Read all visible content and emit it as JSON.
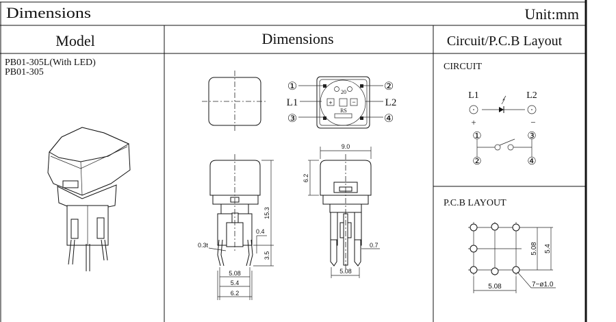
{
  "header": {
    "title": "Dimensions",
    "unit": "Unit:mm"
  },
  "columns": {
    "model": "Model",
    "dimensions": "Dimensions",
    "circuit": "Circuit/P.C.B Layout"
  },
  "models": [
    "PB01-305L(With LED)",
    "PB01-305"
  ],
  "top_view": {
    "pins": [
      "①",
      "②",
      "③",
      "④"
    ],
    "led_left": "L1",
    "led_right": "L2",
    "marks": {
      "code": "20",
      "plus": "+",
      "minus": "−",
      "rs": "RS"
    }
  },
  "front_view": {
    "height": "15.3",
    "pin_len": "3.5",
    "pin_offset": "0.4",
    "pin_thick": "0.3t",
    "pitch": "5.08",
    "inner": "5.4",
    "outer": "6.2"
  },
  "side_view": {
    "width": "9.0",
    "cap_height": "6.2",
    "pin_width": "0.7",
    "pitch": "5.08"
  },
  "circuit": {
    "title": "CIRCUIT",
    "l1": "L1",
    "l2": "L2",
    "plus": "+",
    "minus": "−",
    "pins": [
      "①",
      "②",
      "③",
      "④"
    ]
  },
  "pcb": {
    "title": "P.C.B LAYOUT",
    "pitch_v": "5.08",
    "span_v": "5.4",
    "pitch_h": "5.08",
    "holes": "7−ø1.0"
  }
}
